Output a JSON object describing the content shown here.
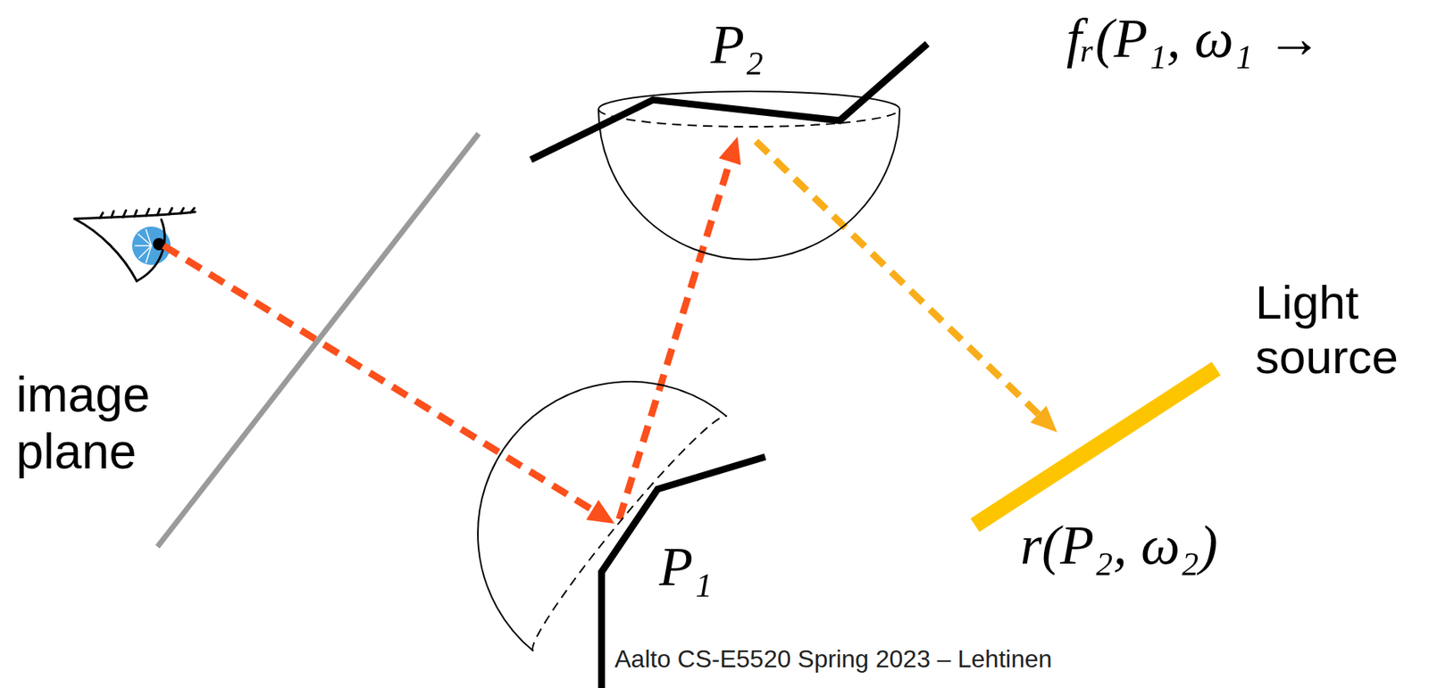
{
  "diagram": {
    "nodes": [
      {
        "text": [
          "P₂"
        ]
      },
      {
        "text": [
          "P₁"
        ]
      },
      {
        "text": [
          "Light source",
          "r(P₂, ω₂)"
        ]
      }
    ],
    "edges": [
      {
        "from": 1,
        "to": 0,
        "arrow": "to"
      },
      {
        "from": 0,
        "to": 2,
        "arrow": "to"
      }
    ],
    "labels": [
      "fᵣ(P₁, ω₁ →",
      "image plane",
      "Aalto CS-E5520 Spring 2023 – Lehtinen"
    ]
  }
}
